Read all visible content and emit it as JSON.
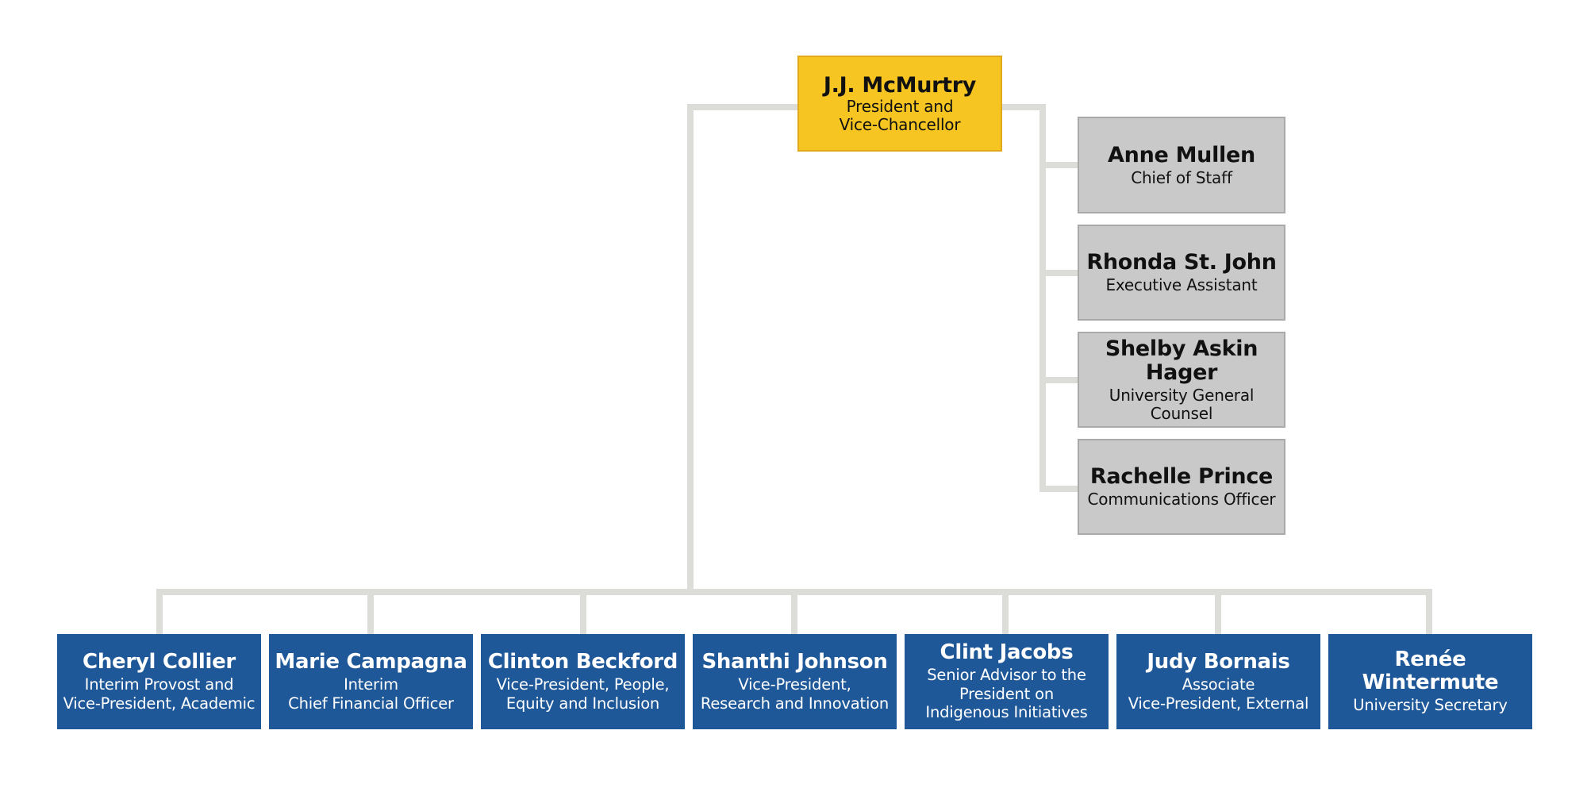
{
  "colors": {
    "head_fill": "#f6c521",
    "staff_fill": "#c9c9c9",
    "vp_fill": "#1f5899",
    "connector": "#dcdcd8"
  },
  "head": {
    "name": "J.J. McMurtry",
    "title": "President and\nVice-Chancellor"
  },
  "staff": [
    {
      "name": "Anne Mullen",
      "title": "Chief of Staff"
    },
    {
      "name": "Rhonda St. John",
      "title": "Executive Assistant"
    },
    {
      "name": "Shelby Askin Hager",
      "title": "University General Counsel"
    },
    {
      "name": "Rachelle Prince",
      "title": "Communications Officer"
    }
  ],
  "direct_reports": [
    {
      "name": "Cheryl Collier",
      "title": "Interim Provost and\nVice-President, Academic"
    },
    {
      "name": "Marie Campagna",
      "title": "Interim\nChief Financial Officer"
    },
    {
      "name": "Clinton Beckford",
      "title": "Vice-President, People,\nEquity and Inclusion"
    },
    {
      "name": "Shanthi Johnson",
      "title": "Vice-President,\nResearch and Innovation"
    },
    {
      "name": "Clint Jacobs",
      "title": "Senior Advisor to the\nPresident on\nIndigenous Initiatives"
    },
    {
      "name": "Judy Bornais",
      "title": "Associate\nVice-President, External"
    },
    {
      "name": "Renée Wintermute",
      "title": "University Secretary"
    }
  ]
}
